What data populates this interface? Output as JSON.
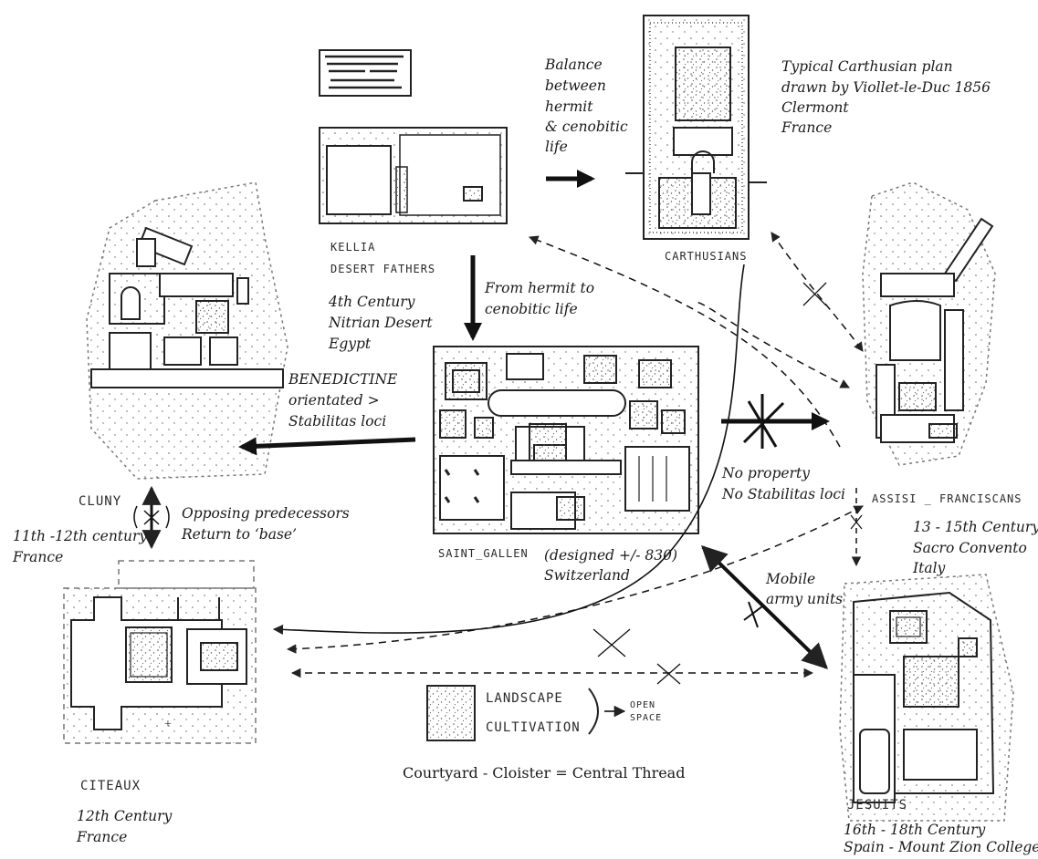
{
  "nodes": {
    "kellia": {
      "handwritten": [
        "KELLIA",
        "DESERT FATHERS"
      ],
      "caption": [
        "4th Century",
        "Nitrian Desert",
        "Egypt"
      ]
    },
    "carthusians": {
      "handwritten": "CARTHUSIANS",
      "caption": [
        "Typical Carthusian plan",
        "drawn by Viollet-le-Duc 1856",
        "Clermont",
        "France"
      ]
    },
    "cluny": {
      "handwritten": "CLUNY",
      "caption": [
        "11th -12th century",
        "France"
      ]
    },
    "saint_gallen": {
      "handwritten": "SAINT_GALLEN",
      "caption": [
        "(designed +/- 830)",
        "Switzerland"
      ]
    },
    "assisi": {
      "handwritten": "ASSISI _ FRANCISCANS",
      "caption": [
        "13 - 15th Century",
        "Sacro Convento",
        "Italy"
      ]
    },
    "citeaux": {
      "handwritten": "CITEAUX",
      "caption": [
        "12th Century",
        "France"
      ]
    },
    "jesuits": {
      "handwritten": "JESUITS",
      "caption": [
        "16th - 18th Century",
        "Spain - Mount Zion College"
      ]
    }
  },
  "relations": {
    "balance": [
      "Balance",
      "between",
      "hermit",
      "& cenobitic",
      "life"
    ],
    "hermit_to_cenobitic": [
      "From hermit to",
      "cenobitic life"
    ],
    "benedictine": [
      "BENEDICTINE",
      "orientated >",
      "Stabilitas loci"
    ],
    "opposing": [
      "Opposing predecessors",
      "Return to ‘base’"
    ],
    "no_property": [
      "No property",
      "No Stabilitas loci"
    ],
    "mobile": [
      "Mobile",
      "army units"
    ]
  },
  "legend": {
    "handwritten": [
      "LANDSCAPE",
      "CULTIVATION"
    ],
    "open_space": [
      "OPEN",
      "SPACE"
    ],
    "central_thread": "Courtyard - Cloister = Central Thread"
  }
}
